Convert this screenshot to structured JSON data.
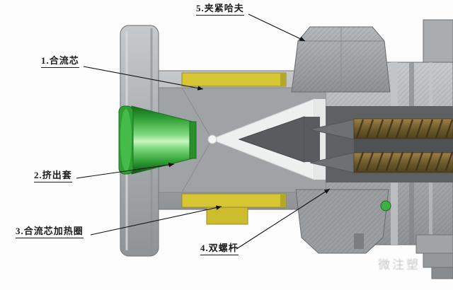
{
  "labels": [
    {
      "text": "1.合流芯"
    },
    {
      "text": "2.挤出套"
    },
    {
      "text": "3.合流芯加热圈"
    },
    {
      "text": "4.双螺杆"
    },
    {
      "text": "5.夹紧哈夫"
    }
  ],
  "watermark": {
    "text": "微注塑"
  },
  "palette": {
    "green": "#2f9e33",
    "green-dark": "#1d6f21",
    "yellow": "#d6c633",
    "yellow-dark": "#97892a",
    "gray-light": "#b6babc",
    "gray-mid": "#9fa3a5",
    "gray-dark": "#5d6163",
    "bronze": "#6f5a2e",
    "ink": "#1c1c1c"
  }
}
